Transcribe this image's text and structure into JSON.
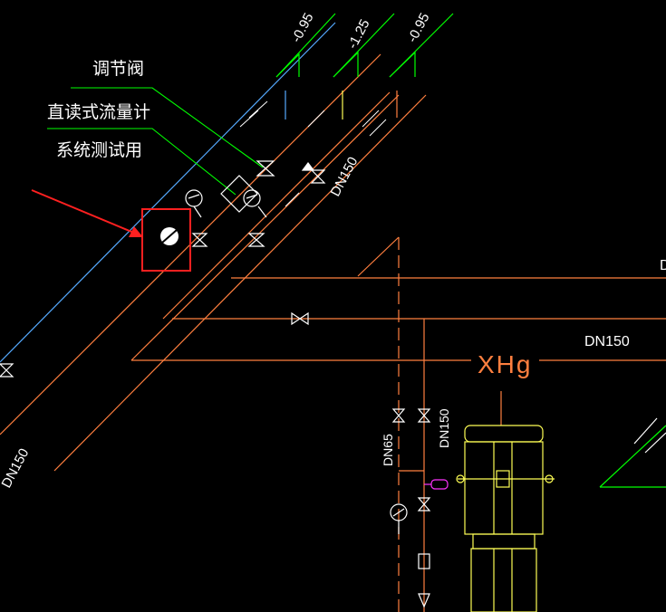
{
  "labels": {
    "valve_label": "调节阀",
    "flowmeter_label": "直读式流量计",
    "test_label": "系统测试用",
    "pipe_dn150_diag": "DN150",
    "pipe_dn150_horiz": "DN150",
    "pipe_dn150_vert": "DN150",
    "pipe_dn65": "DN65",
    "pipe_dn150_edge": "DN150",
    "equipment_code": "XHg",
    "edge_mark": "D"
  },
  "elevations": [
    "-0.95",
    "-1.25",
    "-0.95"
  ],
  "colors": {
    "pipe": "#ff7f3f",
    "leader": "#00ff00",
    "annotation_text": "#ffffff",
    "blue_line": "#55aaff",
    "pump": "#ffff55",
    "highlight": "#ff2020",
    "equipment_code": "#ff7f3f",
    "magenta": "#ff33ff"
  },
  "icons": {
    "flowmeter": "flowmeter-circle-icon",
    "valve": "gate-valve-icon",
    "gauge": "pressure-gauge-icon",
    "arrow": "red-pointer-arrow"
  }
}
